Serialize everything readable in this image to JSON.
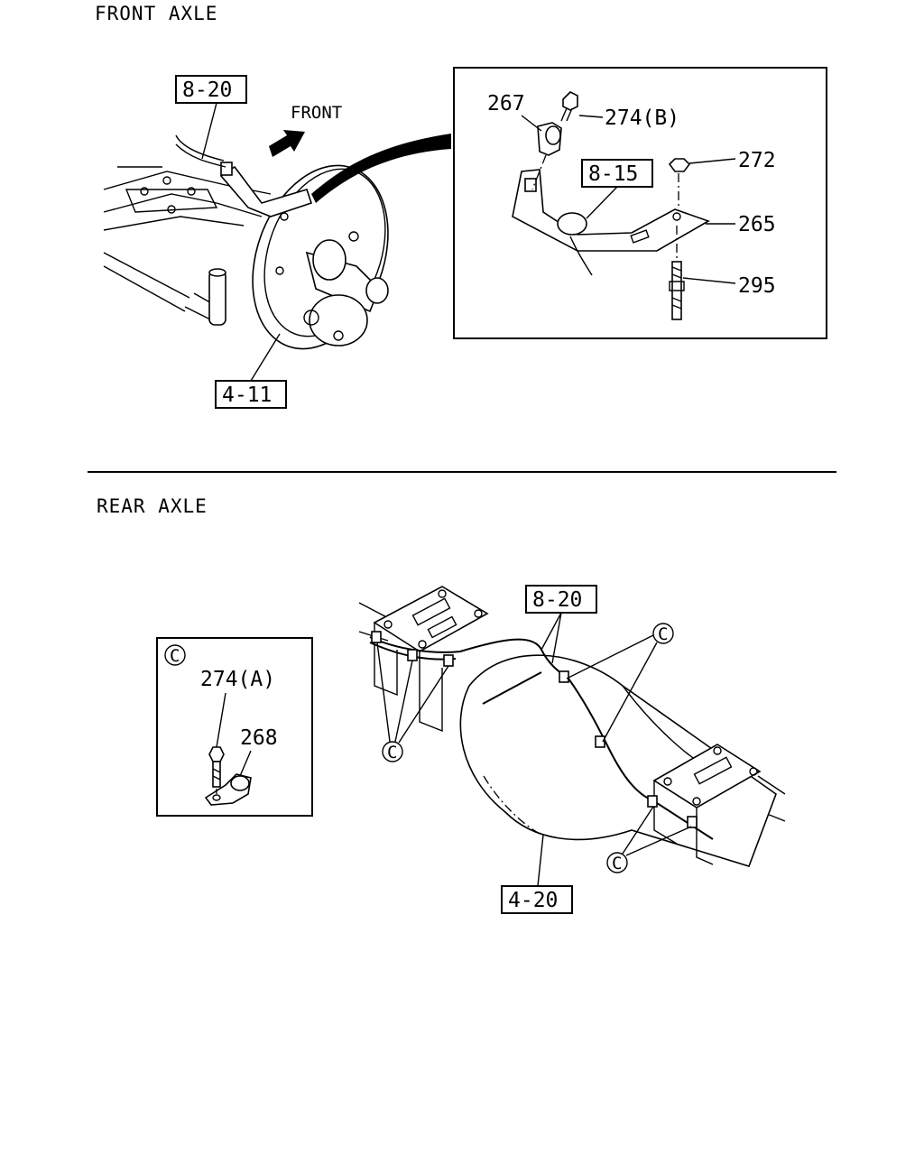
{
  "sections": {
    "front_heading": "FRONT AXLE",
    "rear_heading": "REAR AXLE"
  },
  "front": {
    "direction_label": "FRONT",
    "ref_8_20": "8-20",
    "ref_4_11": "4-11",
    "detail": {
      "ref_8_15": "8-15",
      "part_267": "267",
      "part_274b": "274(B)",
      "part_272": "272",
      "part_265": "265",
      "part_295": "295"
    }
  },
  "rear": {
    "ref_8_20": "8-20",
    "ref_4_20": "4-20",
    "clip_marker": "C",
    "detail": {
      "marker": "C",
      "part_274a": "274(A)",
      "part_268": "268"
    }
  }
}
